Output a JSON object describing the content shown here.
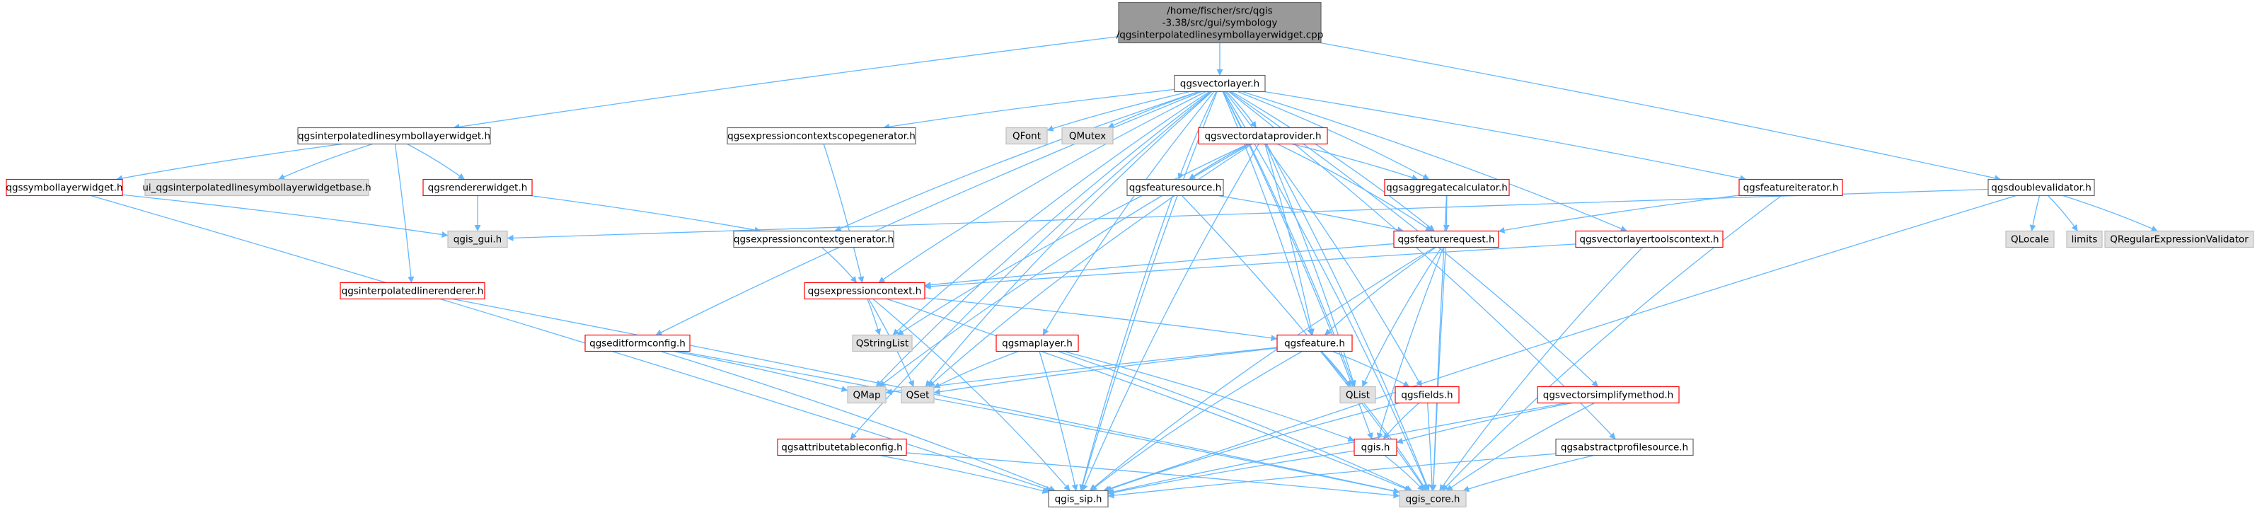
{
  "colors": {
    "edge": "#63b8ff",
    "normal_border": "#666666",
    "normal_fill": "#ffffff",
    "red_border": "#ff0000",
    "red_fill": "#ffffff",
    "external_border": "#bfbfbf",
    "external_fill": "#e0e0e0",
    "root_border": "#666666",
    "root_fill": "#999999"
  },
  "graph": {
    "nodes": [
      {
        "id": "root",
        "lines": [
          "/home/fischer/src/qgis",
          "-3.38/src/gui/symbology",
          "/qgsinterpolatedlinesymbollayerwidget.cpp"
        ],
        "style": "root"
      },
      {
        "id": "qgsvectorlayer",
        "lines": [
          "qgsvectorlayer.h"
        ],
        "style": "normal"
      },
      {
        "id": "qgsinterpolatedlinesymbollayerwidget",
        "lines": [
          "qgsinterpolatedlinesymbollayerwidget.h"
        ],
        "style": "normal"
      },
      {
        "id": "qgssymbollayerwidget",
        "lines": [
          "qgssymbollayerwidget.h"
        ],
        "style": "red"
      },
      {
        "id": "ui_base",
        "lines": [
          "ui_qgsinterpolatedlinesymbollayerwidgetbase.h"
        ],
        "style": "external"
      },
      {
        "id": "qgsrendererwidget",
        "lines": [
          "qgsrendererwidget.h"
        ],
        "style": "red"
      },
      {
        "id": "qgis_gui",
        "lines": [
          "qgis_gui.h"
        ],
        "style": "external"
      },
      {
        "id": "qgsinterpolatedlinerenderer",
        "lines": [
          "qgsinterpolatedlinerenderer.h"
        ],
        "style": "red"
      },
      {
        "id": "qgsexpressioncontextscopegenerator",
        "lines": [
          "qgsexpressioncontextscopegenerator.h"
        ],
        "style": "normal"
      },
      {
        "id": "qgsexpressioncontextgenerator",
        "lines": [
          "qgsexpressioncontextgenerator.h"
        ],
        "style": "normal"
      },
      {
        "id": "qgsexpressioncontext",
        "lines": [
          "qgsexpressioncontext.h"
        ],
        "style": "red"
      },
      {
        "id": "qgseditformconfig",
        "lines": [
          "qgseditformconfig.h"
        ],
        "style": "red"
      },
      {
        "id": "qgsattributetableconfig",
        "lines": [
          "qgsattributetableconfig.h"
        ],
        "style": "red"
      },
      {
        "id": "QFont",
        "lines": [
          "QFont"
        ],
        "style": "external"
      },
      {
        "id": "QMutex",
        "lines": [
          "QMutex"
        ],
        "style": "external"
      },
      {
        "id": "qgsvectordataprovider",
        "lines": [
          "qgsvectordataprovider.h"
        ],
        "style": "red"
      },
      {
        "id": "qgsfeaturesource",
        "lines": [
          "qgsfeaturesource.h"
        ],
        "style": "normal"
      },
      {
        "id": "qgsaggregatecalculator",
        "lines": [
          "qgsaggregatecalculator.h"
        ],
        "style": "red"
      },
      {
        "id": "qgsfeaturerequest",
        "lines": [
          "qgsfeaturerequest.h"
        ],
        "style": "red"
      },
      {
        "id": "qgsfeatureiterator",
        "lines": [
          "qgsfeatureiterator.h"
        ],
        "style": "red"
      },
      {
        "id": "qgsvectorlayertoolscontext",
        "lines": [
          "qgsvectorlayertoolscontext.h"
        ],
        "style": "red"
      },
      {
        "id": "qgsdoublevalidator",
        "lines": [
          "qgsdoublevalidator.h"
        ],
        "style": "normal"
      },
      {
        "id": "QLocale",
        "lines": [
          "QLocale"
        ],
        "style": "external"
      },
      {
        "id": "limits",
        "lines": [
          "limits"
        ],
        "style": "external"
      },
      {
        "id": "QRegularExpressionValidator",
        "lines": [
          "QRegularExpressionValidator"
        ],
        "style": "external"
      },
      {
        "id": "QStringList",
        "lines": [
          "QStringList"
        ],
        "style": "external"
      },
      {
        "id": "qgsmaplayer",
        "lines": [
          "qgsmaplayer.h"
        ],
        "style": "red"
      },
      {
        "id": "qgsfeature",
        "lines": [
          "qgsfeature.h"
        ],
        "style": "red"
      },
      {
        "id": "QMap",
        "lines": [
          "QMap"
        ],
        "style": "external"
      },
      {
        "id": "QSet",
        "lines": [
          "QSet"
        ],
        "style": "external"
      },
      {
        "id": "QList",
        "lines": [
          "QList"
        ],
        "style": "external"
      },
      {
        "id": "qgsfields",
        "lines": [
          "qgsfields.h"
        ],
        "style": "red"
      },
      {
        "id": "qgsvectorsimplifymethod",
        "lines": [
          "qgsvectorsimplifymethod.h"
        ],
        "style": "red"
      },
      {
        "id": "qgis",
        "lines": [
          "qgis.h"
        ],
        "style": "red"
      },
      {
        "id": "qgsabstractprofilesource",
        "lines": [
          "qgsabstractprofilesource.h"
        ],
        "style": "normal"
      },
      {
        "id": "qgis_sip",
        "lines": [
          "qgis_sip.h"
        ],
        "style": "normal"
      },
      {
        "id": "qgis_core",
        "lines": [
          "qgis_core.h"
        ],
        "style": "external"
      }
    ],
    "edges": [
      [
        "root",
        "qgsvectorlayer"
      ],
      [
        "root",
        "qgsinterpolatedlinesymbollayerwidget"
      ],
      [
        "root",
        "qgsdoublevalidator"
      ],
      [
        "qgsinterpolatedlinesymbollayerwidget",
        "qgssymbollayerwidget"
      ],
      [
        "qgsinterpolatedlinesymbollayerwidget",
        "ui_base"
      ],
      [
        "qgsinterpolatedlinesymbollayerwidget",
        "qgsrendererwidget"
      ],
      [
        "qgsinterpolatedlinesymbollayerwidget",
        "qgsinterpolatedlinerenderer"
      ],
      [
        "qgssymbollayerwidget",
        "qgis_gui"
      ],
      [
        "qgssymbollayerwidget",
        "qgis_sip"
      ],
      [
        "qgsrendererwidget",
        "qgis_gui"
      ],
      [
        "qgsrendererwidget",
        "qgsexpressioncontextgenerator"
      ],
      [
        "qgsinterpolatedlinerenderer",
        "qgis_core"
      ],
      [
        "qgsvectorlayer",
        "qgsexpressioncontextscopegenerator"
      ],
      [
        "qgsvectorlayer",
        "qgsexpressioncontextgenerator"
      ],
      [
        "qgsvectorlayer",
        "qgsexpressioncontext"
      ],
      [
        "qgsvectorlayer",
        "qgseditformconfig"
      ],
      [
        "qgsvectorlayer",
        "qgsattributetableconfig"
      ],
      [
        "qgsvectorlayer",
        "QFont"
      ],
      [
        "qgsvectorlayer",
        "QMutex"
      ],
      [
        "qgsvectorlayer",
        "qgsvectordataprovider"
      ],
      [
        "qgsvectorlayer",
        "qgsfeaturesource"
      ],
      [
        "qgsvectorlayer",
        "qgsaggregatecalculator"
      ],
      [
        "qgsvectorlayer",
        "qgsfeaturerequest"
      ],
      [
        "qgsvectorlayer",
        "qgsfeatureiterator"
      ],
      [
        "qgsvectorlayer",
        "qgsvectorlayertoolscontext"
      ],
      [
        "qgsvectorlayer",
        "QStringList"
      ],
      [
        "qgsvectorlayer",
        "qgsmaplayer"
      ],
      [
        "qgsvectorlayer",
        "qgsfeature"
      ],
      [
        "qgsvectorlayer",
        "QMap"
      ],
      [
        "qgsvectorlayer",
        "QSet"
      ],
      [
        "qgsvectorlayer",
        "QList"
      ],
      [
        "qgsvectorlayer",
        "qgsfields"
      ],
      [
        "qgsvectorlayer",
        "qgsvectorsimplifymethod"
      ],
      [
        "qgsvectorlayer",
        "qgis"
      ],
      [
        "qgsvectorlayer",
        "qgsabstractprofilesource"
      ],
      [
        "qgsvectorlayer",
        "qgis_sip"
      ],
      [
        "qgsvectorlayer",
        "qgis_core"
      ],
      [
        "qgsexpressioncontextscopegenerator",
        "qgsexpressioncontext"
      ],
      [
        "qgsexpressioncontextgenerator",
        "qgsexpressioncontext"
      ],
      [
        "qgsexpressioncontext",
        "QStringList"
      ],
      [
        "qgsexpressioncontext",
        "QSet"
      ],
      [
        "qgsexpressioncontext",
        "qgsfeature"
      ],
      [
        "qgsexpressioncontext",
        "qgis_sip"
      ],
      [
        "qgsexpressioncontext",
        "qgis_core"
      ],
      [
        "qgseditformconfig",
        "QMap"
      ],
      [
        "qgseditformconfig",
        "qgis_sip"
      ],
      [
        "qgseditformconfig",
        "qgis_core"
      ],
      [
        "qgsattributetableconfig",
        "qgis_sip"
      ],
      [
        "qgsattributetableconfig",
        "qgis_core"
      ],
      [
        "qgsvectordataprovider",
        "qgsfeaturesource"
      ],
      [
        "qgsvectordataprovider",
        "qgsaggregatecalculator"
      ],
      [
        "qgsvectordataprovider",
        "qgsfeaturerequest"
      ],
      [
        "qgsvectordataprovider",
        "qgsfeature"
      ],
      [
        "qgsvectordataprovider",
        "QList"
      ],
      [
        "qgsvectordataprovider",
        "QMap"
      ],
      [
        "qgsvectordataprovider",
        "QSet"
      ],
      [
        "qgsvectordataprovider",
        "QStringList"
      ],
      [
        "qgsvectordataprovider",
        "qgis_sip"
      ],
      [
        "qgsvectordataprovider",
        "qgis_core"
      ],
      [
        "qgsfeaturesource",
        "qgsfeaturerequest"
      ],
      [
        "qgsfeaturesource",
        "qgis_sip"
      ],
      [
        "qgsfeaturesource",
        "qgis_core"
      ],
      [
        "qgsaggregatecalculator",
        "qgsfeaturerequest"
      ],
      [
        "qgsaggregatecalculator",
        "qgis_core"
      ],
      [
        "qgsfeaturerequest",
        "qgsexpressioncontext"
      ],
      [
        "qgsfeaturerequest",
        "qgsfeature"
      ],
      [
        "qgsfeaturerequest",
        "QList"
      ],
      [
        "qgsfeaturerequest",
        "qgis"
      ],
      [
        "qgsfeaturerequest",
        "qgis_sip"
      ],
      [
        "qgsfeaturerequest",
        "qgis_core"
      ],
      [
        "qgsfeatureiterator",
        "qgsfeaturerequest"
      ],
      [
        "qgsfeatureiterator",
        "qgis_core"
      ],
      [
        "qgsvectorlayertoolscontext",
        "qgsexpressioncontext"
      ],
      [
        "qgsvectorlayertoolscontext",
        "qgis_core"
      ],
      [
        "qgsdoublevalidator",
        "qgis_gui"
      ],
      [
        "qgsdoublevalidator",
        "QLocale"
      ],
      [
        "qgsdoublevalidator",
        "limits"
      ],
      [
        "qgsdoublevalidator",
        "QRegularExpressionValidator"
      ],
      [
        "qgsdoublevalidator",
        "qgis_sip"
      ],
      [
        "qgsmaplayer",
        "QSet"
      ],
      [
        "qgsmaplayer",
        "qgis"
      ],
      [
        "qgsmaplayer",
        "qgis_sip"
      ],
      [
        "qgsmaplayer",
        "qgis_core"
      ],
      [
        "qgsfeature",
        "QMap"
      ],
      [
        "qgsfeature",
        "QSet"
      ],
      [
        "qgsfeature",
        "QList"
      ],
      [
        "qgsfeature",
        "qgsfields"
      ],
      [
        "qgsfeature",
        "qgis_sip"
      ],
      [
        "qgsfeature",
        "qgis_core"
      ],
      [
        "qgsfields",
        "qgis"
      ],
      [
        "qgsfields",
        "qgis_sip"
      ],
      [
        "qgsfields",
        "qgis_core"
      ],
      [
        "qgsvectorsimplifymethod",
        "qgis"
      ],
      [
        "qgsvectorsimplifymethod",
        "qgis_sip"
      ],
      [
        "qgsvectorsimplifymethod",
        "qgis_core"
      ],
      [
        "qgis",
        "qgis_sip"
      ],
      [
        "qgis",
        "qgis_core"
      ],
      [
        "qgsabstractprofilesource",
        "qgis_sip"
      ],
      [
        "qgsabstractprofilesource",
        "qgis_core"
      ]
    ]
  }
}
